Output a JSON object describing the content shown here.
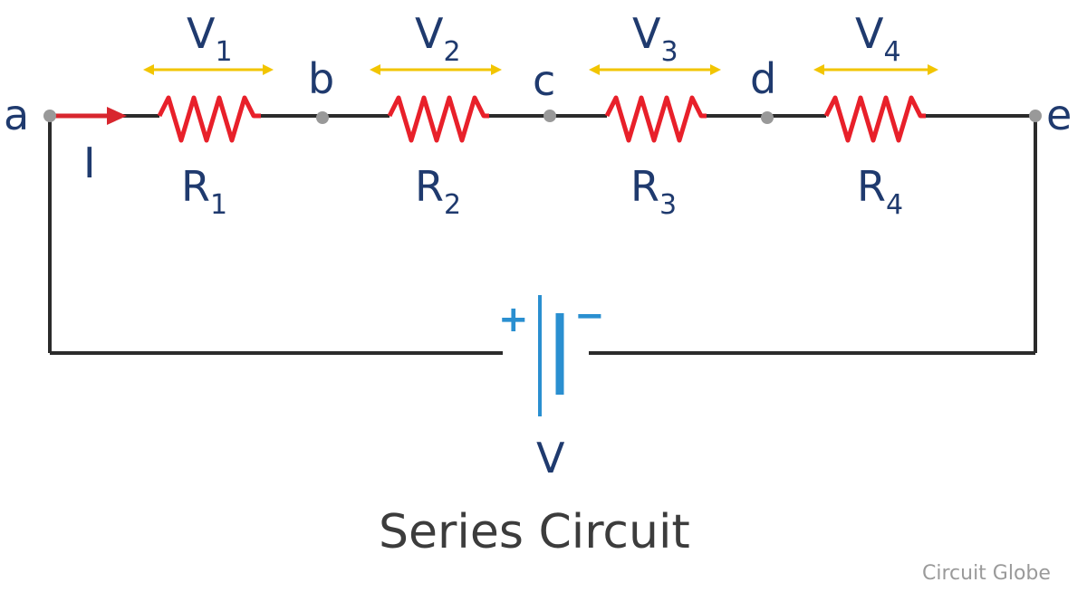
{
  "nodes": {
    "a": "a",
    "b": "b",
    "c": "c",
    "d": "d",
    "e": "e"
  },
  "current": {
    "label": "I"
  },
  "resistors": [
    {
      "letter": "R",
      "index": "1"
    },
    {
      "letter": "R",
      "index": "2"
    },
    {
      "letter": "R",
      "index": "3"
    },
    {
      "letter": "R",
      "index": "4"
    }
  ],
  "voltages": [
    {
      "letter": "V",
      "index": "1"
    },
    {
      "letter": "V",
      "index": "2"
    },
    {
      "letter": "V",
      "index": "3"
    },
    {
      "letter": "V",
      "index": "4"
    }
  ],
  "battery": {
    "plus": "+",
    "minus": "−",
    "label": "V"
  },
  "caption": "Series Circuit",
  "watermark": "Circuit Globe",
  "colors": {
    "wire": "#2b2b2b",
    "resistor": "#e8202a",
    "current_arrow": "#d8262e",
    "voltage_arrow": "#f2c500",
    "battery": "#2a8fd0",
    "label": "#1f3a6e",
    "node": "#999999"
  }
}
